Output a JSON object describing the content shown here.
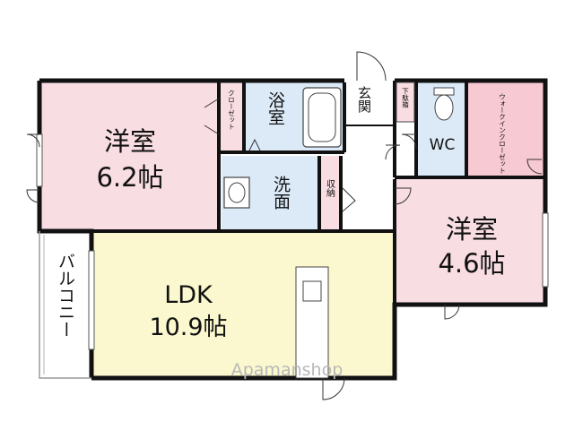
{
  "rooms": {
    "western_6": {
      "name": "洋室",
      "size": "6.2帖"
    },
    "closet": "クローゼット",
    "bath": "浴室",
    "entrance": "玄関",
    "shoe_box": "下駄箱",
    "wc": "WC",
    "walkin_closet": "ウォークインクローゼット",
    "wash": "洗面",
    "storage": "収納",
    "western_4": {
      "name": "洋室",
      "size": "4.6帖"
    },
    "ldk": {
      "name": "LDK",
      "size": "10.9帖"
    },
    "balcony": "バルコニー"
  },
  "watermark": "Apamanshop",
  "colors": {
    "western_room": "#f8dde2",
    "ldk": "#fbf8cf",
    "wet_area": "#dceaf8",
    "walkin_closet": "#f7c9d2",
    "wall": "#111111"
  }
}
